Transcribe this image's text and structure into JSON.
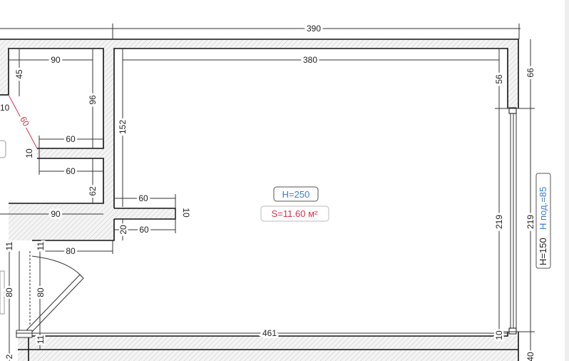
{
  "plan": {
    "dimensions": [
      "390",
      "380",
      "90",
      "45",
      "96",
      "10",
      "60",
      "60",
      "10",
      "60",
      "62",
      "90",
      "152",
      "60",
      "10",
      "20",
      "60",
      "11",
      "11",
      "80",
      "80",
      "80",
      "11",
      "461",
      "56",
      "66",
      "219",
      "219",
      "10",
      "40",
      "2"
    ],
    "room": {
      "height_label": "H=250",
      "area_label": "S=11.60 м²"
    },
    "window": {
      "height_label": "H=150",
      "sill_label": "H под.=85"
    },
    "colors": {
      "height": "#3a7bd5",
      "area": "#d6334a",
      "wall": "#111111",
      "hatch": "#c8c8c8"
    }
  }
}
